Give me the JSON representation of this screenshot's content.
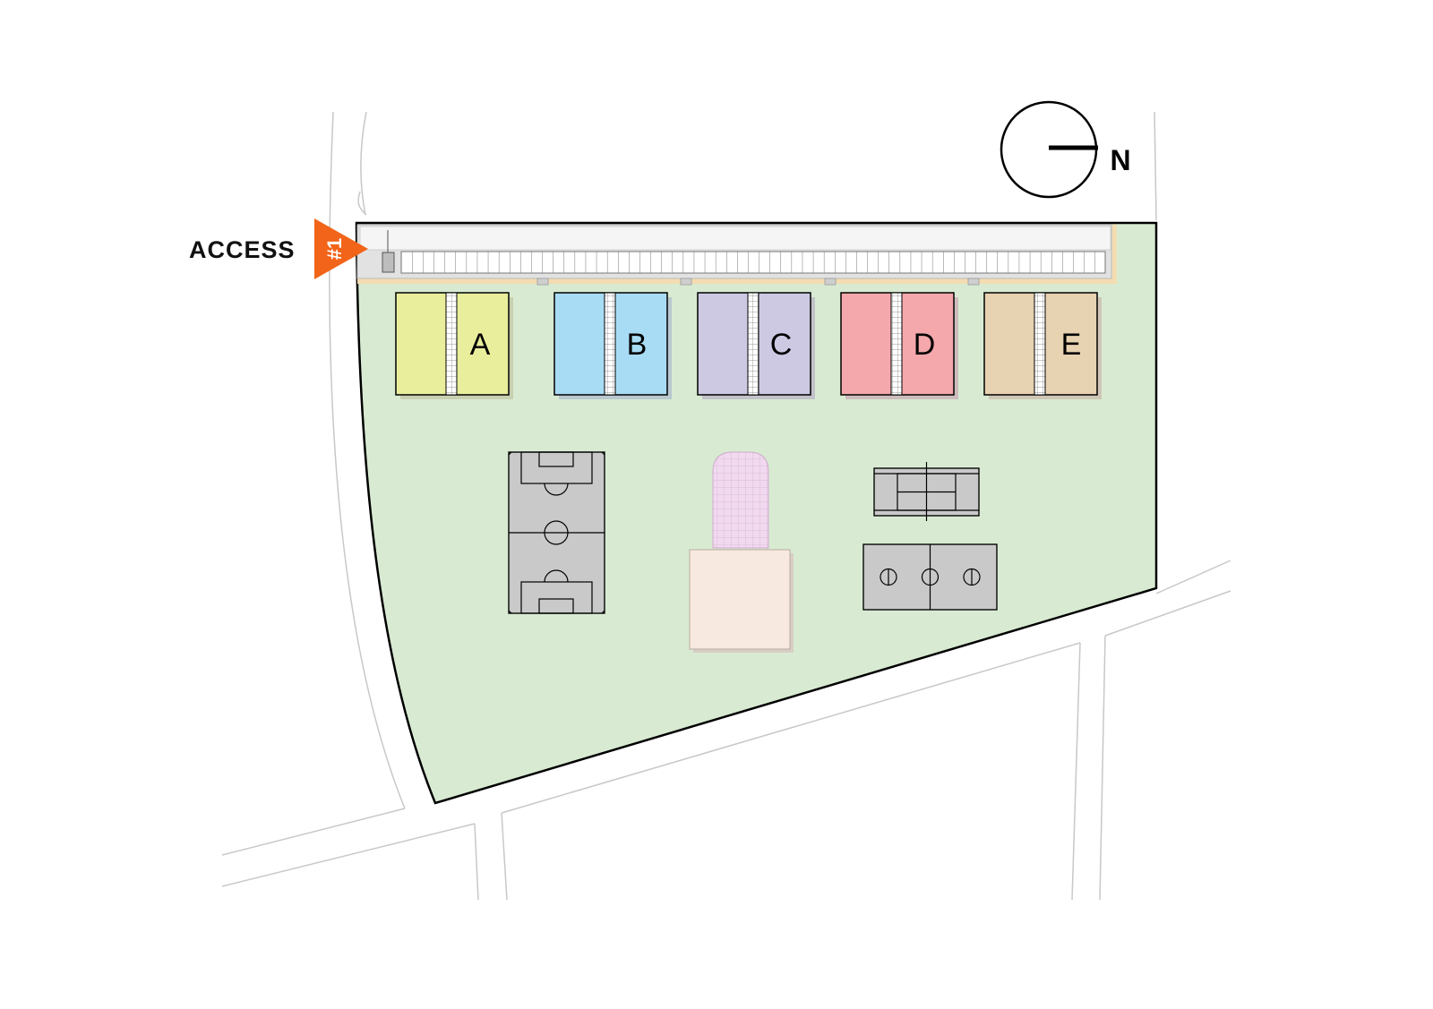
{
  "access": {
    "label": "ACCESS",
    "number": "#1",
    "color": "#f26419"
  },
  "north": {
    "label": "N"
  },
  "buildings": [
    {
      "label": "A",
      "color": "#e9ee9c"
    },
    {
      "label": "B",
      "color": "#a8dcf5"
    },
    {
      "label": "C",
      "color": "#cdc9e3"
    },
    {
      "label": "D",
      "color": "#f4a8ab"
    },
    {
      "label": "E",
      "color": "#e7d2b1"
    }
  ],
  "colors": {
    "site": "#d8ebd2",
    "court": "#c9c9c9",
    "plaza": "#f7e9df",
    "track": "#f1d9ef",
    "parking": "#e2e2e2",
    "path": "#f3dcb1"
  },
  "icons": [
    "compass-icon",
    "access-arrow-icon"
  ]
}
